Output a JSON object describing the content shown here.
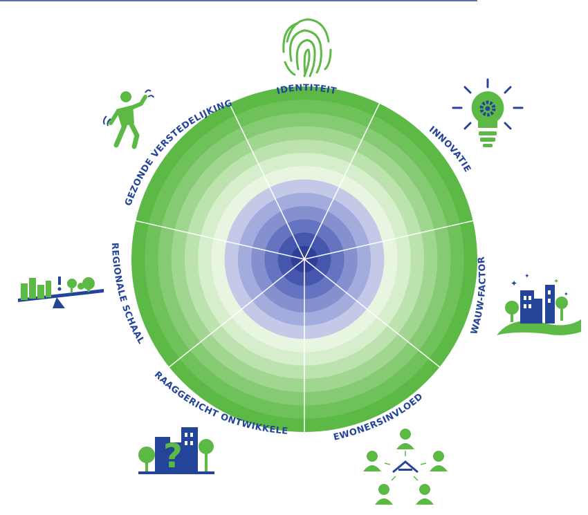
{
  "diagram": {
    "title": "",
    "segments": [
      {
        "key": "identiteit",
        "label": "IDENTITEIT",
        "icon": "fingerprint-icon"
      },
      {
        "key": "innovatie",
        "label": "INNOVATIE",
        "icon": "lightbulb-gear-icon"
      },
      {
        "key": "wauw",
        "label": "WAUW-FACTOR",
        "icon": "city-skyline-icon"
      },
      {
        "key": "bewoners",
        "label": "BEWONERSINVLOED",
        "icon": "residents-network-icon"
      },
      {
        "key": "vraag",
        "label": "VRAAGGERICHT ONTWIKKELEN",
        "icon": "question-building-icon"
      },
      {
        "key": "regionaal",
        "label": "REGIONALE SCHAAL",
        "icon": "balance-scale-icon"
      },
      {
        "key": "gezond",
        "label": "GEZONDE VERSTEDELIJKING",
        "icon": "walking-person-icon"
      }
    ],
    "colors": {
      "green_primary": "#5cb946",
      "blue_label": "#24449a",
      "ring_outer_to_inner": [
        "#5cb946",
        "#6fc15a",
        "#86cb73",
        "#a1d690",
        "#bce3ae",
        "#d6eecb",
        "#e8f5e1",
        "#c4c9e8",
        "#a3acdc",
        "#8591cf",
        "#6574c0",
        "#4556ad",
        "#2f3f99"
      ]
    }
  }
}
